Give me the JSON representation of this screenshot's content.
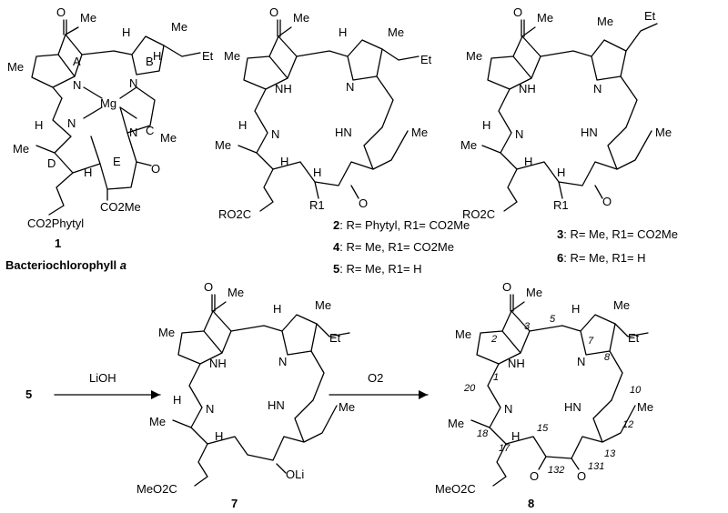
{
  "compounds": {
    "c1": {
      "number": "1",
      "name_main": "Bacteriochlorophyll ",
      "name_suffix": "a",
      "ring_labels": {
        "a": "A",
        "b": "B",
        "c": "C",
        "d": "D",
        "e": "E"
      },
      "metal": "Mg",
      "groups": {
        "acetyl": "Me",
        "me_left": "Me",
        "me_ring_b": "Me",
        "et_ring_b": "Et",
        "me_ring_c": "Me",
        "me_ring_d": "Me",
        "ester": "CO2Me",
        "side_chain": "CO2Phytyl"
      }
    },
    "c2": {
      "groups": {
        "acetyl": "Me",
        "me_left": "Me",
        "me_ring_b": "Me",
        "et_ring_b": "Et",
        "me_right": "Me",
        "me_ring_d": "Me",
        "ester": "RO2C",
        "r1": "R1"
      }
    },
    "c3": {
      "groups": {
        "acetyl": "Me",
        "me_left": "Me",
        "me_top": "Me",
        "et_ring_b": "Et",
        "me_right": "Me",
        "me_ring_d": "Me",
        "ester": "RO2C",
        "r1": "R1"
      }
    },
    "c7": {
      "number": "7",
      "groups": {
        "acetyl": "Me",
        "me_left": "Me",
        "me_ring_b": "Me",
        "et_ring_b": "Et",
        "me_right": "Me",
        "me_ring_d": "Me",
        "ester": "MeO2C",
        "oli": "OLi"
      }
    },
    "c8": {
      "number": "8",
      "groups": {
        "acetyl": "Me",
        "me_left": "Me",
        "me_ring_b": "Me",
        "et_ring_b": "Et",
        "me_right": "Me",
        "me_ring_d": "Me",
        "ester": "MeO2C"
      },
      "locants": [
        "3",
        "5",
        "2",
        "7",
        "8",
        "1",
        "20",
        "10",
        "12",
        "18",
        "17",
        "15",
        "13",
        "132",
        "131"
      ]
    }
  },
  "legend_a": [
    {
      "num": "2",
      "text": ": R= Phytyl, R1= CO2Me"
    },
    {
      "num": "4",
      "text": ": R= Me, R1= CO2Me"
    },
    {
      "num": "5",
      "text": ": R= Me, R1= H"
    }
  ],
  "legend_b": [
    {
      "num": "3",
      "text": ": R= Me, R1= CO2Me"
    },
    {
      "num": "6",
      "text": ": R= Me, R1= H"
    }
  ],
  "reaction": {
    "start": "5",
    "reagent1": "LiOH",
    "reagent2": "O2"
  },
  "atoms": {
    "N": "N",
    "NH": "NH",
    "HN": "HN",
    "H": "H",
    "O": "O"
  }
}
